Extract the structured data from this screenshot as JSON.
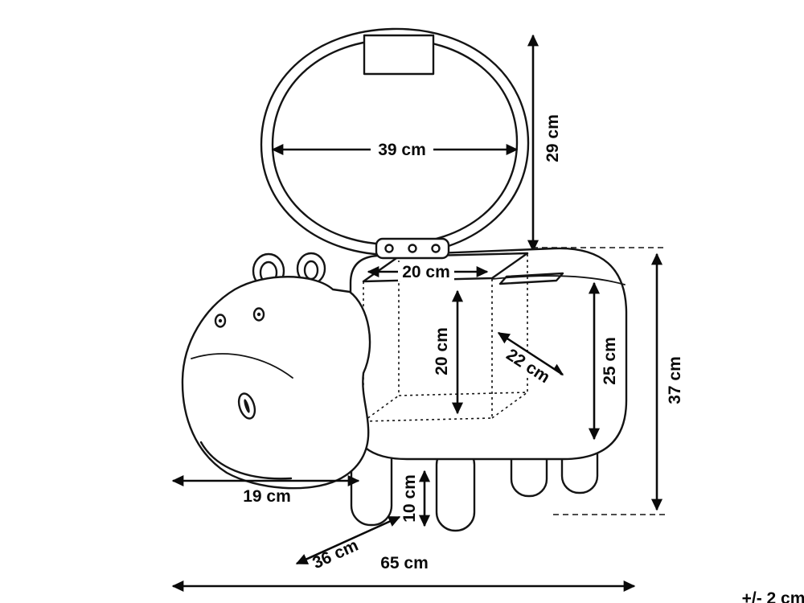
{
  "diagram": {
    "dimensions": {
      "lid_width": "39 cm",
      "lid_height": "29 cm",
      "opening_width": "20 cm",
      "inner_depth": "20 cm",
      "inner_width": "22 cm",
      "inner_height": "25 cm",
      "total_height": "37 cm",
      "head_length": "19 cm",
      "seat_depth": "36 cm",
      "leg_height": "10 cm",
      "total_length": "65 cm",
      "tolerance": "+/- 2 cm"
    }
  }
}
